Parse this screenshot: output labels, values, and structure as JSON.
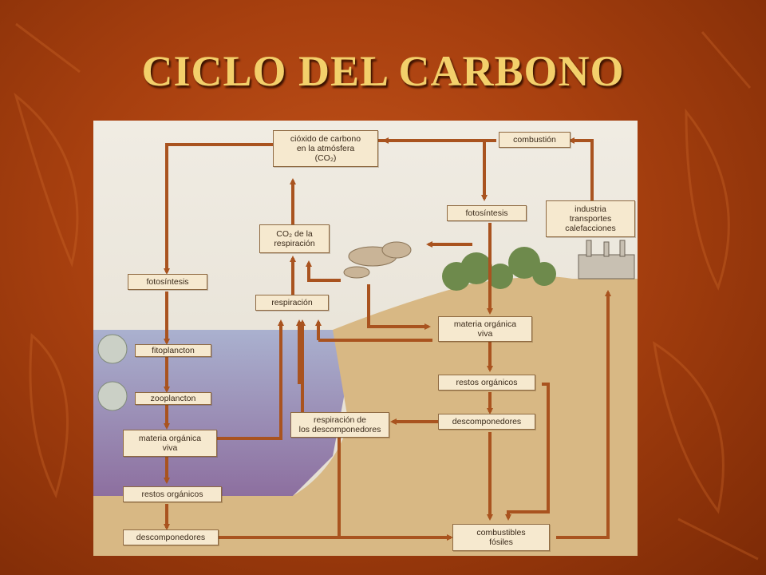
{
  "slide": {
    "title": "CICLO DEL CARBONO"
  },
  "diagram": {
    "labels": {
      "co2_atmosfera": "cióxido de carbono\nen la atmósfera\n(CO₂)",
      "combustion": "combustión",
      "fotosintesis_tierra": "fotosíntesis",
      "industria": "industria\ntransportes\ncalefacciones",
      "co2_respiracion": "CO₂ de la\nrespiración",
      "fotosintesis_mar": "fotosíntesis",
      "respiracion": "respiración",
      "materia_organica_tierra": "materia orgánica\nviva",
      "fitoplancton": "fitoplancton",
      "zooplancton": "zooplancton",
      "restos_organicos_tierra": "restos orgánicos",
      "respiracion_descomponedores": "respiración de\nlos descomponedores",
      "descomponedores_tierra": "descomponedores",
      "materia_organica_mar": "materia orgánica\nviva",
      "restos_organicos_mar": "restos orgánicos",
      "descomponedores_mar": "descomponedores",
      "combustibles_fosiles": "combustibles\nfósiles"
    },
    "colors": {
      "arrow": "#a9531f",
      "box_fill": "#f6e9cf",
      "sea": "#8c86b3",
      "land": "#d8b884"
    }
  }
}
